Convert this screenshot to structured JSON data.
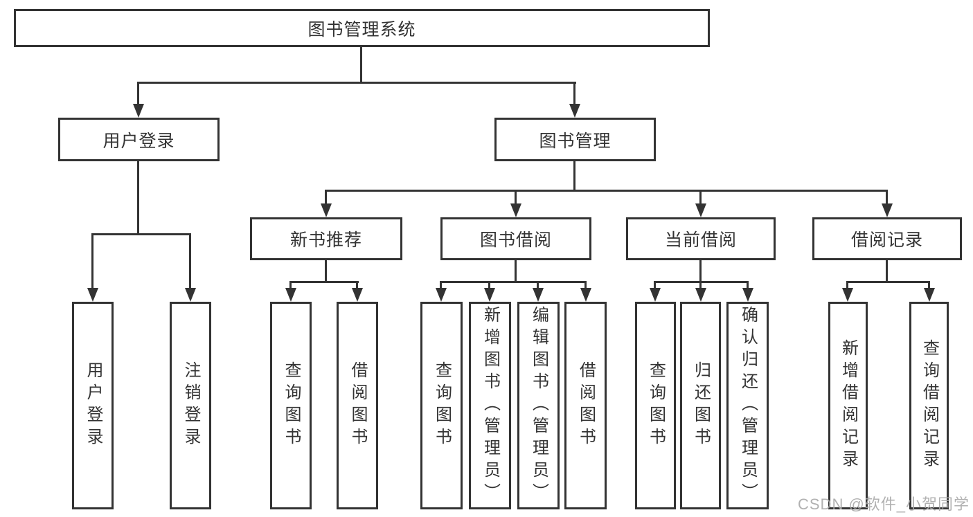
{
  "colors": {
    "background": "#ffffff",
    "box_fill": "#ffffff",
    "box_border": "#333333",
    "line": "#333333",
    "text": "#333333",
    "watermark": "#a8a8a8"
  },
  "diagram": {
    "root": {
      "label": "图书管理系统"
    },
    "branches": {
      "user_login": {
        "label": "用户登录",
        "children": [
          {
            "label": "用户登录"
          },
          {
            "label": "注销登录"
          }
        ]
      },
      "book_mgmt": {
        "label": "图书管理",
        "sections": {
          "new_book_rec": {
            "label": "新书推荐",
            "children": [
              {
                "label": "查询图书"
              },
              {
                "label": "借阅图书"
              }
            ]
          },
          "book_borrow": {
            "label": "图书借阅",
            "children": [
              {
                "label": "查询图书"
              },
              {
                "label": "新增图书（管理员）"
              },
              {
                "label": "编辑图书（管理员）"
              },
              {
                "label": "借阅图书"
              }
            ]
          },
          "current_borrow": {
            "label": "当前借阅",
            "children": [
              {
                "label": "查询图书"
              },
              {
                "label": "归还图书"
              },
              {
                "label": "确认归还（管理员）"
              }
            ]
          },
          "borrow_record": {
            "label": "借阅记录",
            "children": [
              {
                "label": "新增借阅记录"
              },
              {
                "label": "查询借阅记录"
              }
            ]
          }
        }
      }
    }
  },
  "watermark": {
    "text": "CSDN @软件_小贺同学"
  }
}
